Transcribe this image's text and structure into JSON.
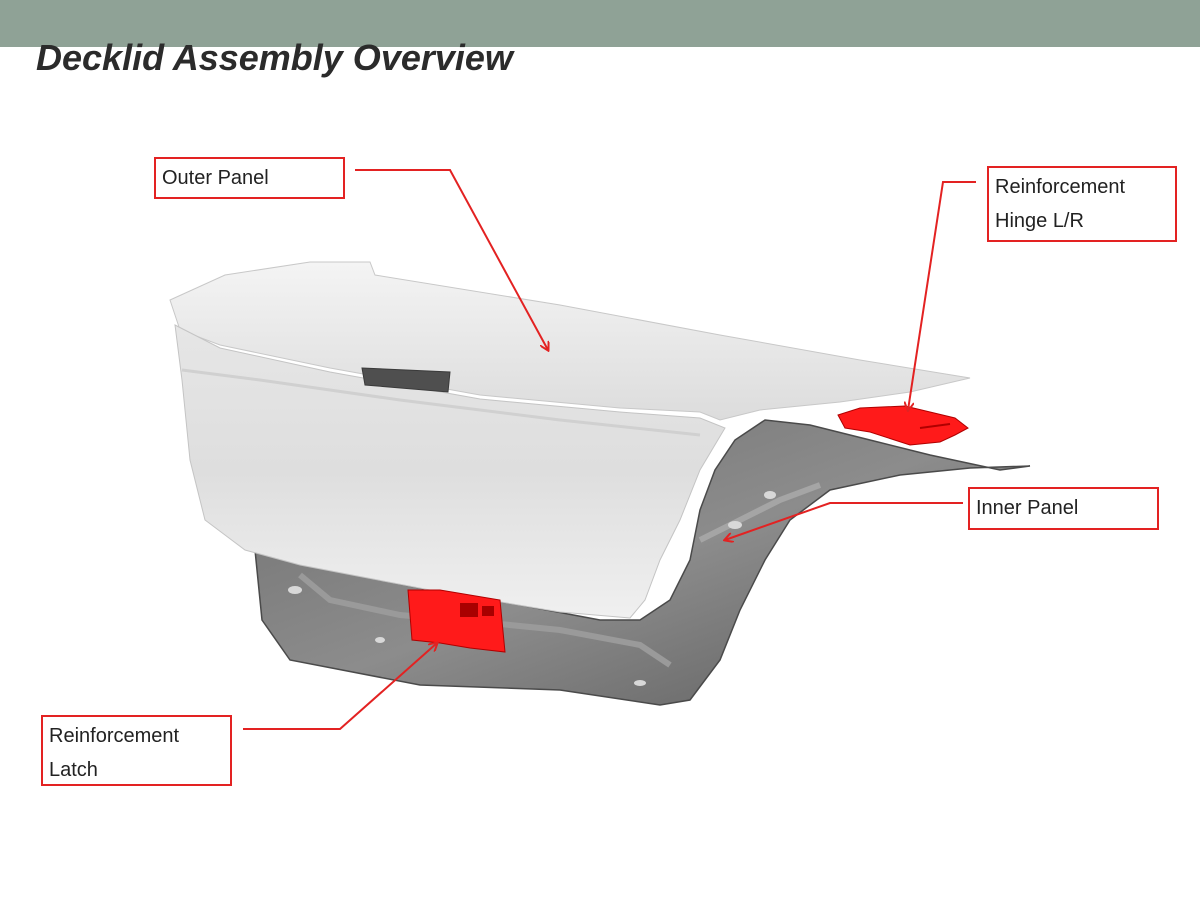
{
  "page": {
    "title": "Decklid Assembly Overview",
    "header_color": "#8fa296",
    "callout_color": "#e32222",
    "part_highlight_color": "#ff1a1a"
  },
  "callouts": {
    "outer_panel": {
      "label": "Outer Panel"
    },
    "reinforcement_hinge": {
      "line1": "Reinforcement",
      "line2": "Hinge L/R"
    },
    "inner_panel": {
      "label": "Inner Panel"
    },
    "reinforcement_latch": {
      "line1": "Reinforcement",
      "line2": "Latch"
    }
  }
}
